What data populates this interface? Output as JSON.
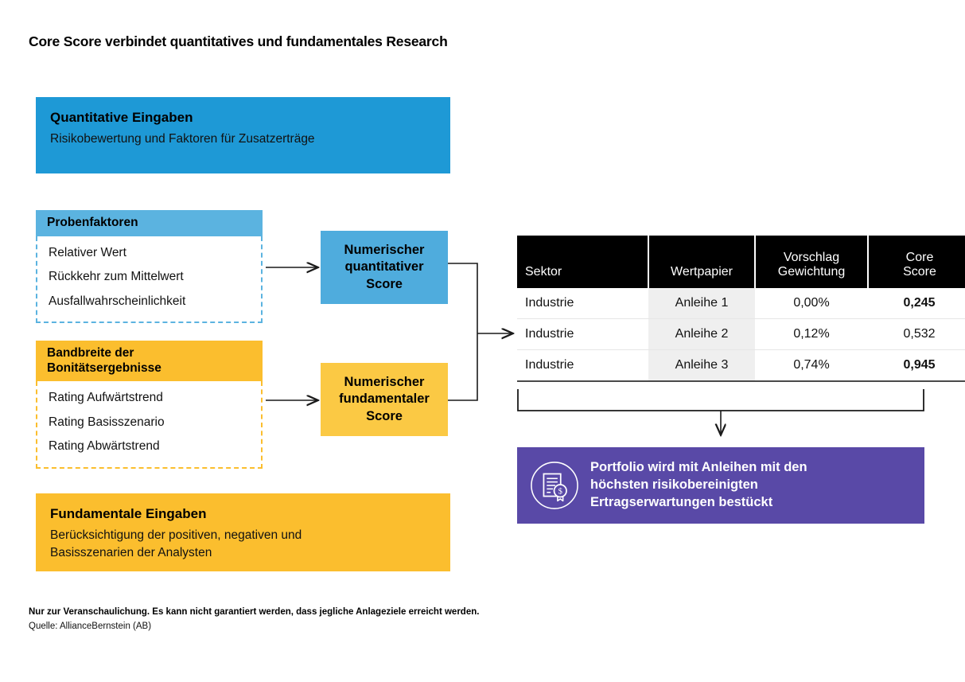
{
  "page": {
    "title": "Core Score verbindet quantitatives und fundamentales Research"
  },
  "colors": {
    "blue": "#1E99D6",
    "blue_light": "#5BB3E0",
    "blue_score": "#4FACDD",
    "orange": "#FBBE2E",
    "orange_score": "#FBC944",
    "purple": "#5949A7",
    "red": "#F4505E",
    "green": "#00A94F",
    "header_black": "#000000",
    "row_shaded": "#EFEFEF"
  },
  "quantitative_inputs": {
    "title": "Quantitative Eingaben",
    "subtitle": "Risikobewertung und Faktoren für Zusatzerträge"
  },
  "fundamental_inputs": {
    "title": "Fundamentale Eingaben",
    "subtitle_line1": "Berücksichtigung der positiven, negativen und",
    "subtitle_line2": "Basisszenarien der Analysten"
  },
  "sample_factors": {
    "header": "Probenfaktoren",
    "items": [
      "Relativer Wert",
      "Rückkehr zum Mittelwert",
      "Ausfallwahrscheinlichkeit"
    ]
  },
  "credit_range": {
    "header_line1": "Bandbreite der",
    "header_line2": "Bonitätsergebnisse",
    "items": [
      "Rating Aufwärtstrend",
      "Rating Basisszenario",
      "Rating Abwärtstrend"
    ]
  },
  "quant_score_box": {
    "line1": "Numerischer",
    "line2": "quantitativer",
    "line3": "Score"
  },
  "fund_score_box": {
    "line1": "Numerischer",
    "line2": "fundamentaler",
    "line3": "Score"
  },
  "table": {
    "headers": {
      "sector": "Sektor",
      "security": "Wertpapier",
      "weight_line1": "Vorschlag",
      "weight_line2": "Gewichtung",
      "score_line1": "Core",
      "score_line2": "Score"
    },
    "rows": [
      {
        "sector": "Industrie",
        "security": "Anleihe 1",
        "weight": "0,00%",
        "score": "0,245",
        "score_state": "red"
      },
      {
        "sector": "Industrie",
        "security": "Anleihe 2",
        "weight": "0,12%",
        "score": "0,532",
        "score_state": "plain"
      },
      {
        "sector": "Industrie",
        "security": "Anleihe 3",
        "weight": "0,74%",
        "score": "0,945",
        "score_state": "green"
      }
    ]
  },
  "portfolio": {
    "icon": "certificate-dollar-icon",
    "line1": "Portfolio wird mit Anleihen mit den",
    "line2": "höchsten risikobereinigten",
    "line3": "Ertragserwartungen bestückt"
  },
  "footnotes": {
    "disclaimer": "Nur zur Veranschaulichung. Es kann nicht garantiert werden, dass jegliche Anlageziele erreicht werden.",
    "source": "Quelle: AllianceBernstein (AB)"
  }
}
